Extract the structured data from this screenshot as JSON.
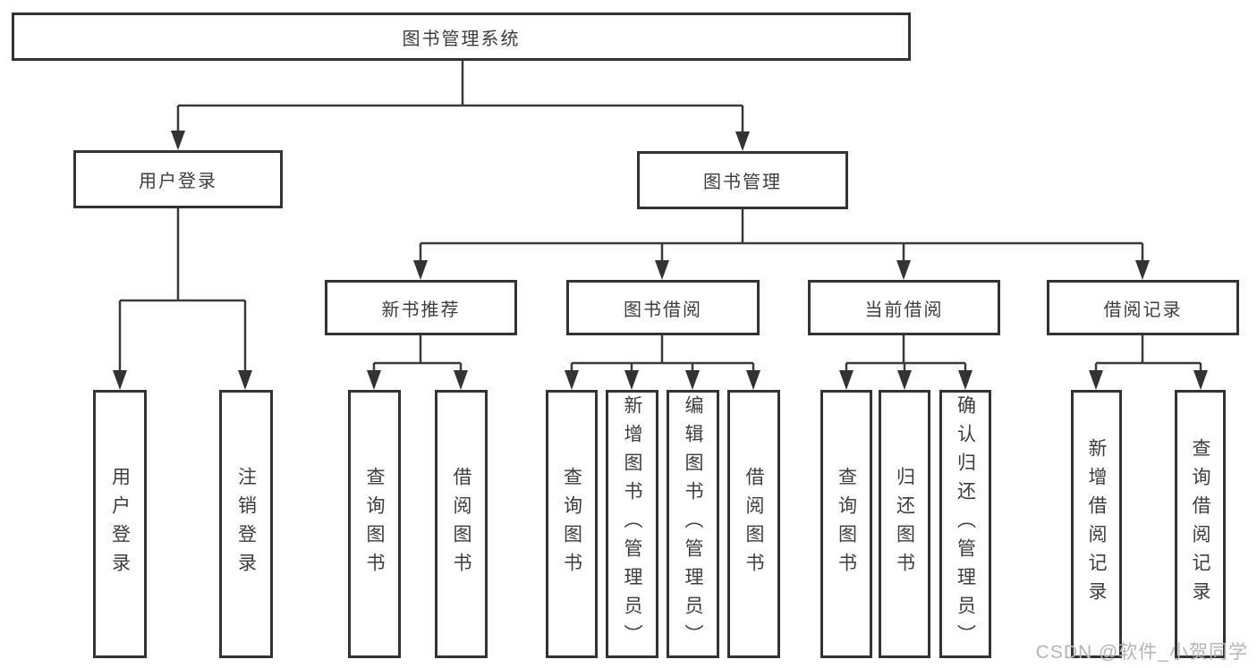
{
  "diagram": {
    "title": "图书管理系统",
    "root": {
      "label": "图书管理系统"
    },
    "level2": [
      {
        "label": "用户登录"
      },
      {
        "label": "图书管理"
      }
    ],
    "level3": [
      {
        "label": "新书推荐",
        "parent": "图书管理"
      },
      {
        "label": "图书借阅",
        "parent": "图书管理"
      },
      {
        "label": "当前借阅",
        "parent": "图书管理"
      },
      {
        "label": "借阅记录",
        "parent": "图书管理"
      }
    ],
    "leaves": [
      {
        "label": "用户登录",
        "parent": "用户登录"
      },
      {
        "label": "注销登录",
        "parent": "用户登录"
      },
      {
        "label": "查询图书",
        "parent": "新书推荐"
      },
      {
        "label": "借阅图书",
        "parent": "新书推荐"
      },
      {
        "label": "查询图书",
        "parent": "图书借阅"
      },
      {
        "label": "新增图书（管理员）",
        "parent": "图书借阅"
      },
      {
        "label": "编辑图书（管理员）",
        "parent": "图书借阅"
      },
      {
        "label": "借阅图书",
        "parent": "图书借阅"
      },
      {
        "label": "查询图书",
        "parent": "当前借阅"
      },
      {
        "label": "归还图书",
        "parent": "当前借阅"
      },
      {
        "label": "确认归还（管理员）",
        "parent": "当前借阅"
      },
      {
        "label": "新增借阅记录",
        "parent": "借阅记录"
      },
      {
        "label": "查询借阅记录",
        "parent": "借阅记录"
      }
    ]
  },
  "watermark": {
    "text": "CSDN @软件_小贺同学"
  },
  "colors": {
    "line": "#3a3a3a",
    "box_border": "#333333",
    "background": "#ffffff",
    "watermark_text": "#b5b5b5"
  }
}
